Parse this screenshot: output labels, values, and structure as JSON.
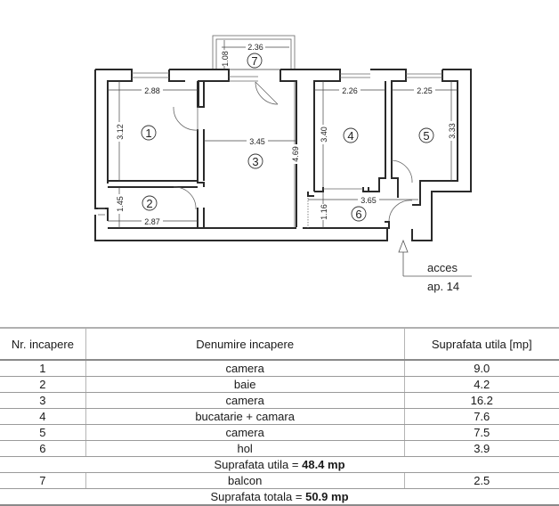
{
  "floor_plan": {
    "rooms": [
      {
        "id": "1",
        "label": "1"
      },
      {
        "id": "2",
        "label": "2"
      },
      {
        "id": "3",
        "label": "3"
      },
      {
        "id": "4",
        "label": "4"
      },
      {
        "id": "5",
        "label": "5"
      },
      {
        "id": "6",
        "label": "6"
      },
      {
        "id": "7",
        "label": "7"
      }
    ],
    "dimensions": {
      "balcony_width": "2.36",
      "balcony_depth": "1.08",
      "room1_width": "2.88",
      "room1_height": "3.12",
      "room2_height": "1.45",
      "room2_width": "2.87",
      "room3_width": "3.45",
      "room3_height": "4.69",
      "room4_width": "2.26",
      "room4_height": "3.40",
      "room5_width": "2.25",
      "room5_height": "3.33",
      "hall_width": "3.65",
      "hall_height": "1.16"
    },
    "access_label_line1": "acces",
    "access_label_line2": "ap. 14"
  },
  "table": {
    "headers": [
      "Nr. incapere",
      "Denumire incapere",
      "Suprafata utila [mp]"
    ],
    "rows": [
      {
        "nr": "1",
        "name": "camera",
        "area": "9.0"
      },
      {
        "nr": "2",
        "name": "baie",
        "area": "4.2"
      },
      {
        "nr": "3",
        "name": "camera",
        "area": "16.2"
      },
      {
        "nr": "4",
        "name": "bucatarie + camara",
        "area": "7.6"
      },
      {
        "nr": "5",
        "name": "camera",
        "area": "7.5"
      },
      {
        "nr": "6",
        "name": "hol",
        "area": "3.9"
      }
    ],
    "subtotal_label": "Suprafata utila = ",
    "subtotal_value": "48.4 mp",
    "extra_rows": [
      {
        "nr": "7",
        "name": "balcon",
        "area": "2.5"
      }
    ],
    "total_label": "Suprafata totala = ",
    "total_value": "50.9 mp"
  }
}
